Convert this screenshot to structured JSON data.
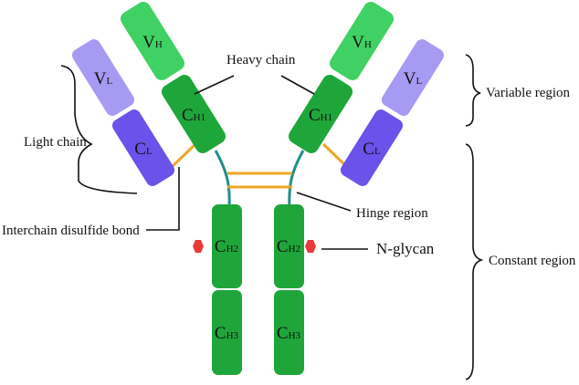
{
  "colors": {
    "heavy_dark": "#1fa63a",
    "heavy_light": "#3fd163",
    "light_light": "#a79af2",
    "light_dark": "#6a52ea",
    "disulfide": "#f0a623",
    "hinge": "#1f8f8a",
    "glycan": "#e83a3a",
    "text": "#111111"
  },
  "domains": {
    "vh": {
      "main": "V",
      "sub": "H"
    },
    "vl": {
      "main": "V",
      "sub": "L"
    },
    "ch1": {
      "main": "C",
      "sub": "H1"
    },
    "cl": {
      "main": "C",
      "sub": "L"
    },
    "ch2": {
      "main": "C",
      "sub": "H2"
    },
    "ch3": {
      "main": "C",
      "sub": "H3"
    }
  },
  "labels": {
    "heavy_chain": "Heavy chain",
    "light_chain": "Light chain",
    "variable_region": "Variable region",
    "constant_region": "Constant region",
    "hinge_region": "Hinge region",
    "interchain_disulfide": "Interchain disulfide bond",
    "n_glycan": "N-glycan"
  }
}
